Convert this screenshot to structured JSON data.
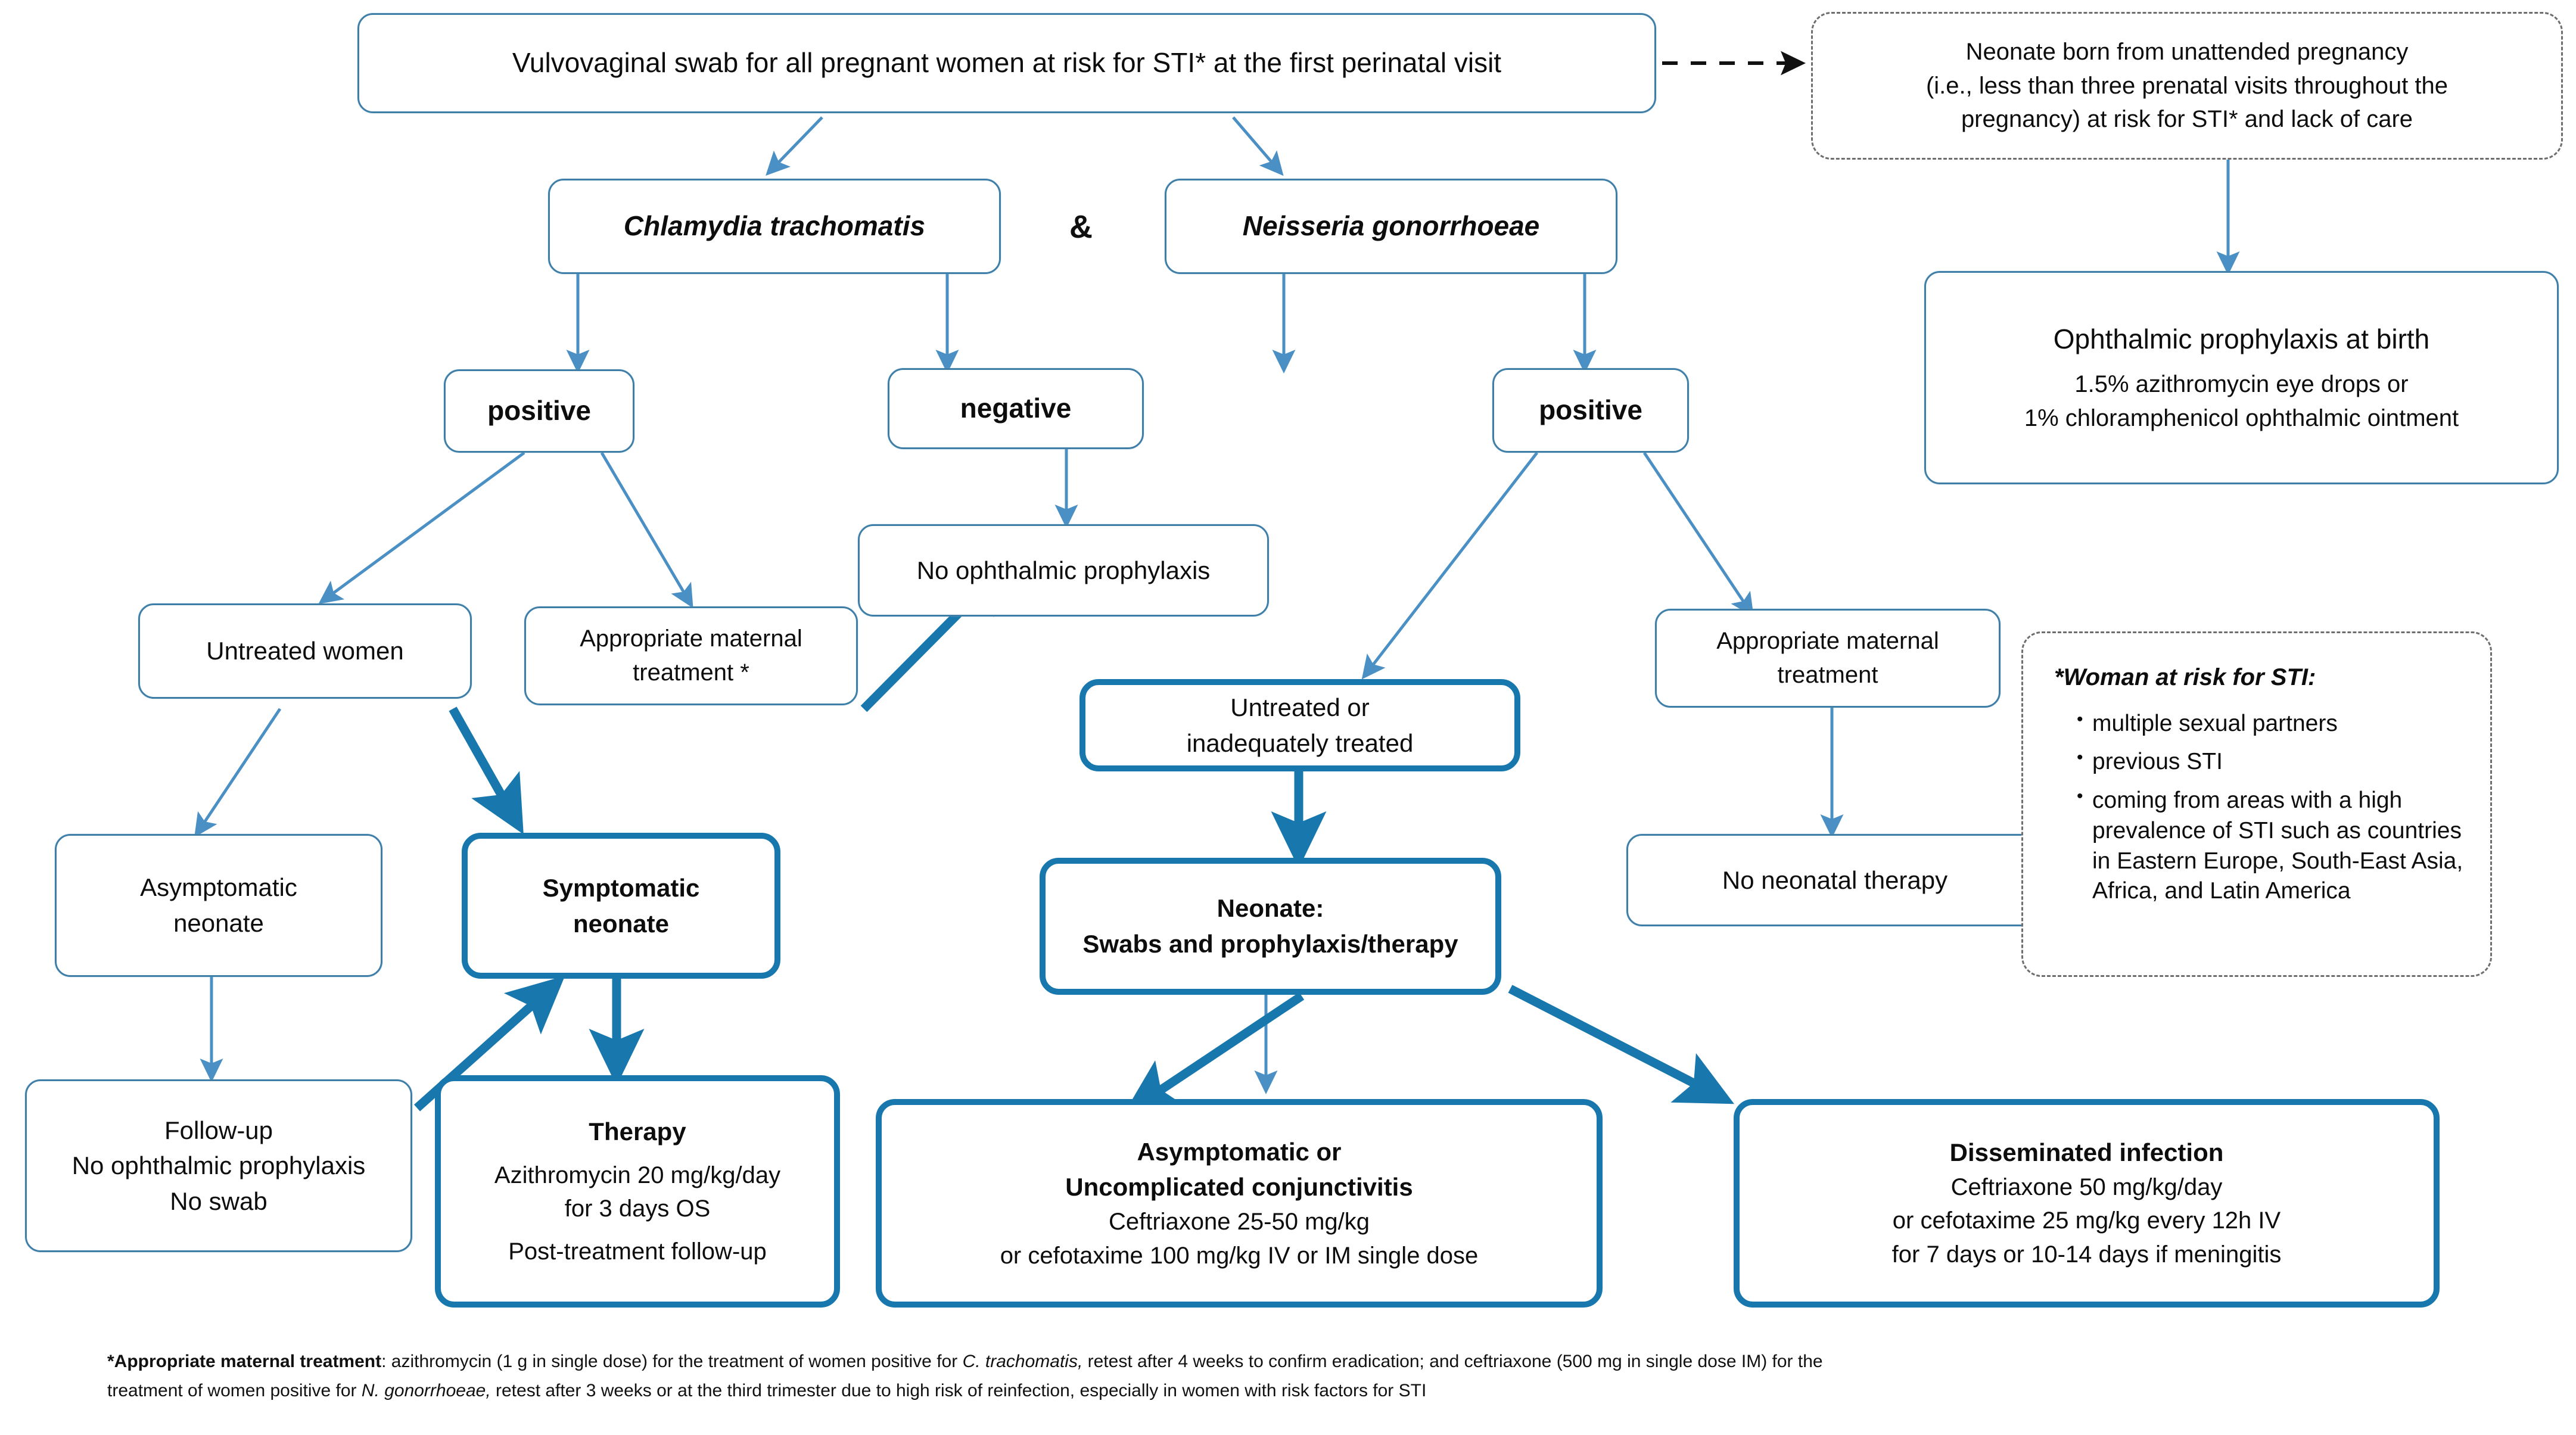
{
  "title": "Management flowchart for perinatal Chlamydia trachomatis and Neisseria gonorrhoeae",
  "colors": {
    "thin_border": "#3f7ea6",
    "heavy_border": "#1878ae",
    "dashed_border": "#6e6e6e",
    "arrow_light": "#4a90c4",
    "arrow_heavy": "#1878ae",
    "arrow_dashed": "#111111",
    "text": "#0d0d0d",
    "background": "#ffffff"
  },
  "nodes": {
    "swab": {
      "line1": "Vulvovaginal swab for all pregnant women at risk for STI* at the first perinatal visit"
    },
    "unattended": {
      "line1": "Neonate born from unattended pregnancy",
      "line2": "(i.e., less than three prenatal visits throughout the",
      "line3": "pregnancy) at risk for STI* and lack of care"
    },
    "chlamydia": {
      "label": "Chlamydia trachomatis"
    },
    "ampersand": {
      "label": "&"
    },
    "gonorrhoeae": {
      "label": "Neisseria gonorrhoeae"
    },
    "ct_positive": {
      "label": "positive"
    },
    "negative": {
      "label": "negative"
    },
    "ng_positive": {
      "label": "positive"
    },
    "ophthalmic_prophylaxis": {
      "title": "Ophthalmic prophylaxis at birth",
      "line1": "1.5% azithromycin  eye drops or",
      "line2": "1% chloramphenicol  ophthalmic ointment"
    },
    "no_ophthalmic_prophylaxis": {
      "label": "No ophthalmic prophylaxis"
    },
    "untreated_women": {
      "label": "Untreated women"
    },
    "appropriate_maternal_treatment_star": {
      "line1": "Appropriate maternal",
      "line2": "treatment *"
    },
    "untreated_or_inadequately": {
      "line1": "Untreated or",
      "line2": "inadequately treated"
    },
    "appropriate_maternal_treatment": {
      "line1": "Appropriate maternal",
      "line2": "treatment"
    },
    "asymptomatic_neonate": {
      "line1": "Asymptomatic",
      "line2": "neonate"
    },
    "symptomatic_neonate": {
      "line1": "Symptomatic",
      "line2": "neonate"
    },
    "no_neonatal_therapy": {
      "label": "No neonatal therapy"
    },
    "neonate_swabs": {
      "line1": "Neonate:",
      "line2": "Swabs and prophylaxis/therapy"
    },
    "followup": {
      "line1": "Follow-up",
      "line2": "No ophthalmic prophylaxis",
      "line3": "No swab"
    },
    "therapy": {
      "title": "Therapy",
      "line1": "Azithromycin 20 mg/kg/day",
      "line2": "for 3 days OS",
      "line3": "Post-treatment follow-up"
    },
    "asymptomatic_or_uncomplicated": {
      "line1": "Asymptomatic or",
      "line2": "Uncomplicated conjunctivitis",
      "line3": "Ceftriaxone 25-50 mg/kg",
      "line4": "or cefotaxime 100 mg/kg IV or IM single dose"
    },
    "disseminated": {
      "line1": "Disseminated infection",
      "line2": "Ceftriaxone 50 mg/kg/day",
      "line3": "or cefotaxime 25 mg/kg every 12h  IV",
      "line4": "for 7 days or 10-14 days if meningitis"
    }
  },
  "legend": {
    "heading": "*Woman at risk for STI:",
    "items": [
      "multiple sexual partners",
      "previous STI",
      "coming from areas with a high prevalence of STI such as countries in Eastern Europe, South-East Asia, Africa, and Latin America"
    ]
  },
  "footnote": {
    "bold_lead": "*Appropriate maternal treatment",
    "line1_a": ": azithromycin (1 g in single dose) for the treatment  of women  positive for ",
    "line1_italic": "C. trachomatis,",
    "line1_b": "  retest after  4 weeks to confirm eradication; and ceftriaxone (500 mg in single dose IM) for the",
    "line2_a": "treatment of women  positive for ",
    "line2_italic": "N. gonorrhoeae,",
    "line2_b": " retest after 3 weeks or at the third trimester due to high risk of reinfection, especially in women with risk factors for STI"
  }
}
